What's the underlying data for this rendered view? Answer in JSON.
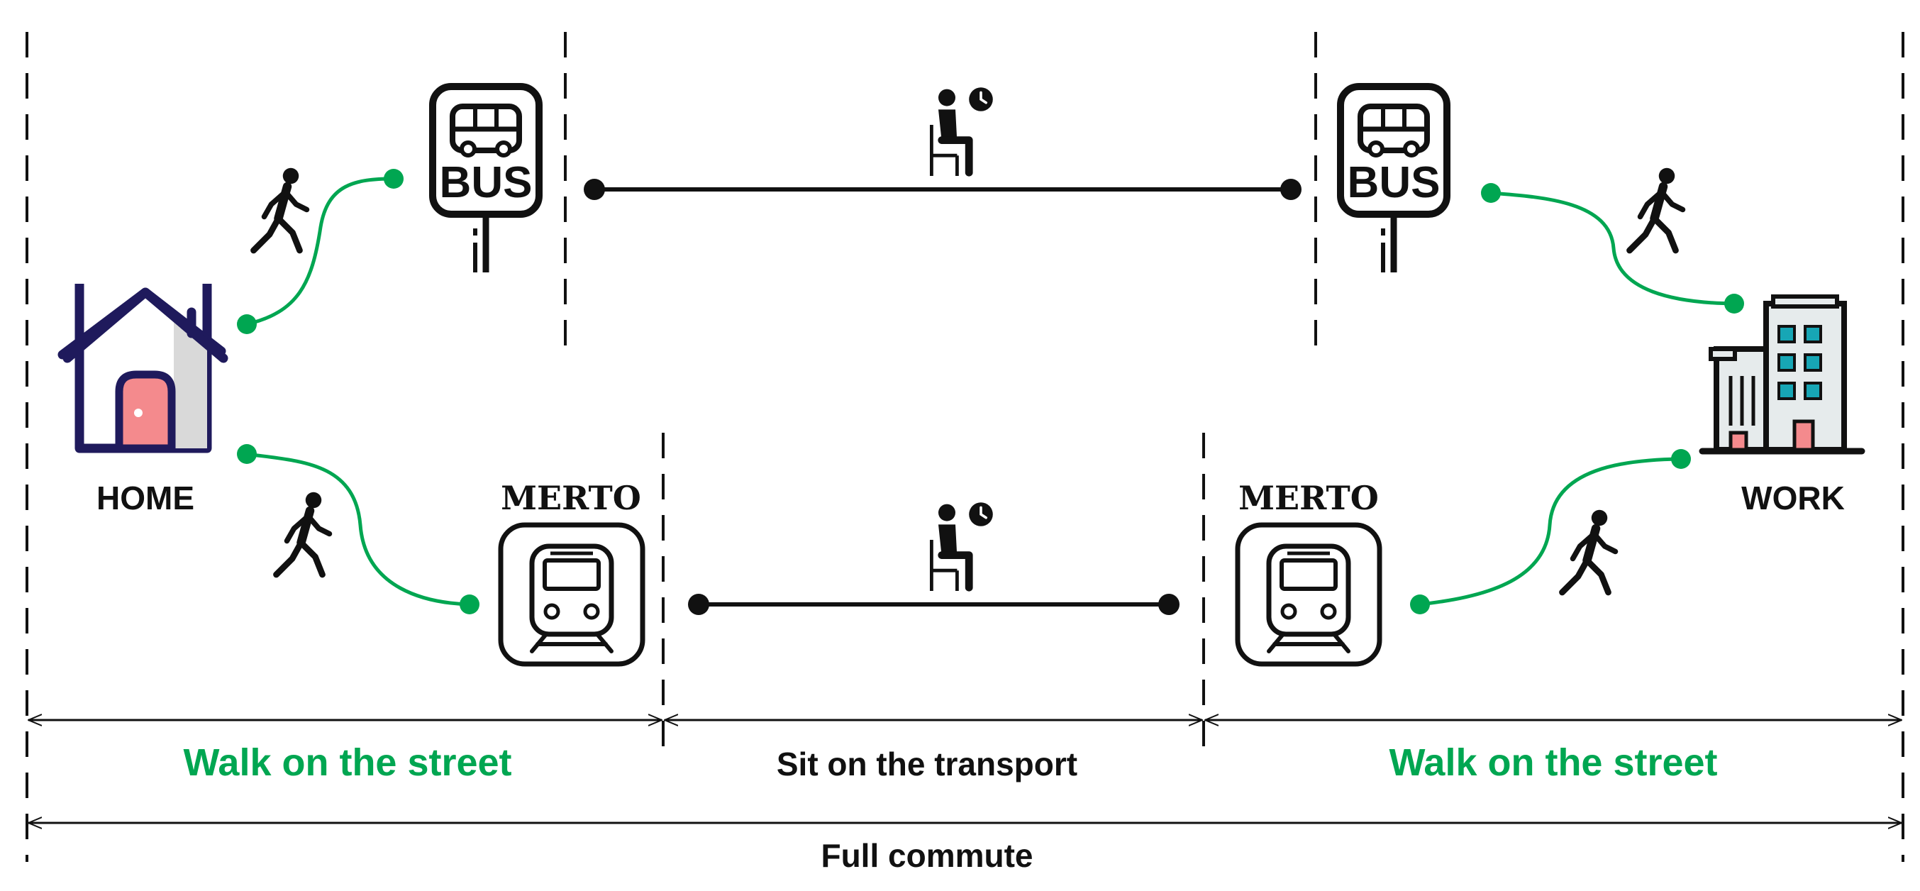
{
  "labels": {
    "home": "HOME",
    "work": "WORK",
    "metro_left": "MERTO",
    "metro_right": "MERTO",
    "bus_sign_left": "BUS",
    "bus_sign_right": "BUS",
    "walk_left": "Walk on the street",
    "sit": "Sit on the transport",
    "walk_right": "Walk on the street",
    "full": "Full commute"
  },
  "colors": {
    "walk": "#00a651",
    "line": "#111111",
    "house_outline": "#1f1a5c",
    "door": "#f48a8d",
    "window": "#17a6b5",
    "building": "#e6ebec"
  },
  "icons": [
    "house-icon",
    "office-building-icon",
    "bus-stop-icon",
    "metro-icon",
    "walking-person-icon",
    "seated-person-clock-icon"
  ]
}
